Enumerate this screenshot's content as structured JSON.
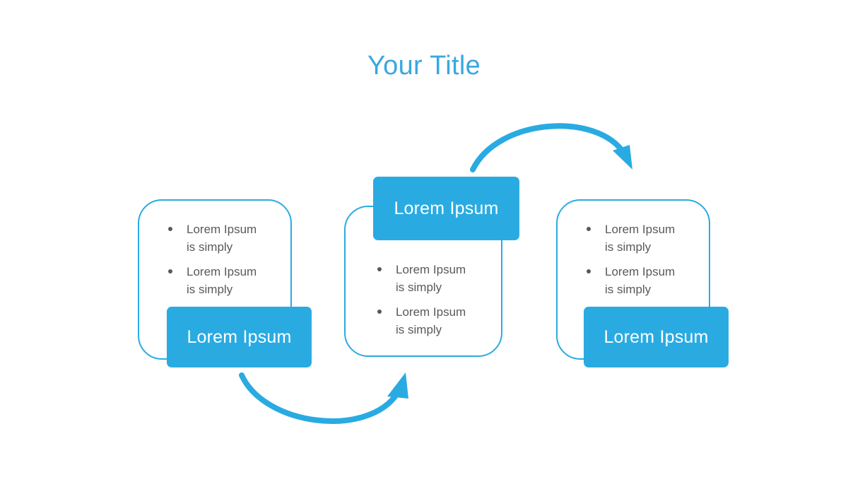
{
  "slide": {
    "title": "Your Title",
    "background_color": "#ffffff",
    "accent_color": "#29ABE2",
    "title_color": "#39A8DF",
    "text_color": "#58595B"
  },
  "steps": [
    {
      "id": "step-1",
      "label": "Lorem Ipsum",
      "label_position": "bottom",
      "bullets": [
        "Lorem Ipsum\nis simply",
        "Lorem Ipsum\nis simply"
      ]
    },
    {
      "id": "step-2",
      "label": "Lorem Ipsum",
      "label_position": "top",
      "bullets": [
        "Lorem Ipsum\nis simply",
        "Lorem Ipsum\nis simply"
      ]
    },
    {
      "id": "step-3",
      "label": "Lorem Ipsum",
      "label_position": "bottom",
      "bullets": [
        "Lorem Ipsum\nis simply",
        "Lorem Ipsum\nis simply"
      ]
    }
  ],
  "connectors": [
    {
      "id": "connector-bottom",
      "from": "step-1",
      "to": "step-2",
      "direction": "left-to-right",
      "shape": "arc-down",
      "color": "#29ABE2"
    },
    {
      "id": "connector-top",
      "from": "step-2",
      "to": "step-3",
      "direction": "left-to-right",
      "shape": "arc-up",
      "color": "#29ABE2"
    }
  ]
}
